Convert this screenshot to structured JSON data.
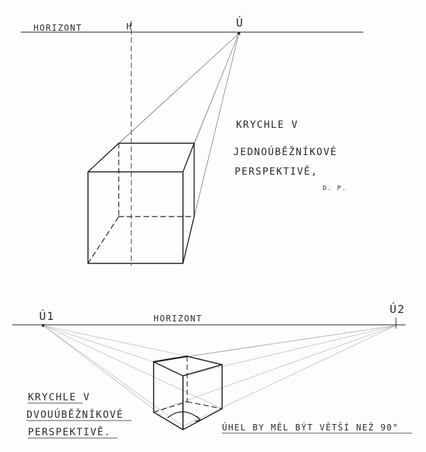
{
  "top_diagram": {
    "horizon_label": "HORIZONT",
    "h_label": "H",
    "vanishing_label": "Ú",
    "caption_lines": [
      "KRYCHLE V",
      "JEDNOÚBĚŽNÍKOVÉ",
      "PERSPEKTIVĚ,"
    ],
    "initials": "D. P."
  },
  "bottom_diagram": {
    "horizon_label": "HORIZONT",
    "vp1_label": "Ú1",
    "vp2_label": "Ú2",
    "caption_lines": [
      "KRYCHLE V",
      "DVOUÚBĚŽNÍKOVÉ",
      "PERSPEKTIVĚ."
    ],
    "angle_note": "ÚHEL BY MĚL BÝT VĚTŠÍ NEŽ 90°"
  },
  "colors": {
    "ink": "#1f1f1f",
    "construction": "#8a8a8a",
    "paper": "#fdfdfb"
  }
}
